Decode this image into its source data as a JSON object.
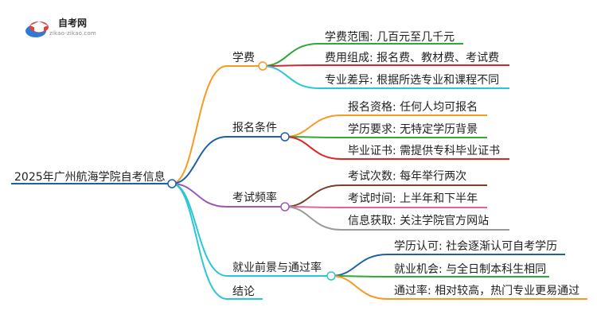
{
  "logo": {
    "title": "自考网",
    "url": "zikao-zikao.com"
  },
  "root": {
    "label": "2025年广州航海学院自考信息"
  },
  "branches": [
    {
      "label": "学费",
      "color": "#f59a23",
      "children": [
        {
          "label": "学费范围: 几百元至几千元",
          "color": "#2ea836"
        },
        {
          "label": "费用组成: 报名费、教材费、考试费",
          "color": "#d9262c"
        },
        {
          "label": "专业差异: 根据所选专业和课程不同",
          "color": "#2bc6d6"
        }
      ]
    },
    {
      "label": "报名条件",
      "color": "#1d5fa8",
      "children": [
        {
          "label": "报名资格: 任何人均可报名",
          "color": "#f59a23"
        },
        {
          "label": "学历要求: 无特定学历背景",
          "color": "#2ea836"
        },
        {
          "label": "毕业证书: 需提供专科毕业证书",
          "color": "#d9262c"
        }
      ]
    },
    {
      "label": "考试频率",
      "color": "#9b59b6",
      "children": [
        {
          "label": "考试次数: 每年举行两次",
          "color": "#7b3f2a"
        },
        {
          "label": "考试时间: 上半年和下半年",
          "color": "#e95f9a"
        },
        {
          "label": "信息获取: 关注学院官方网站",
          "color": "#9a9a9a"
        }
      ]
    },
    {
      "label": "就业前景与通过率",
      "color": "#2bc6d6",
      "children": [
        {
          "label": "学历认可: 社会逐渐认可自考学历",
          "color": "#1d5fa8"
        },
        {
          "label": "就业机会: 与全日制本科生相同",
          "color": "#2ea836"
        },
        {
          "label": "通过率: 相对较高，热门专业更易通过",
          "color": "#f59a23"
        }
      ]
    },
    {
      "label": "结论",
      "color": "#2bc6d6",
      "children": []
    }
  ]
}
